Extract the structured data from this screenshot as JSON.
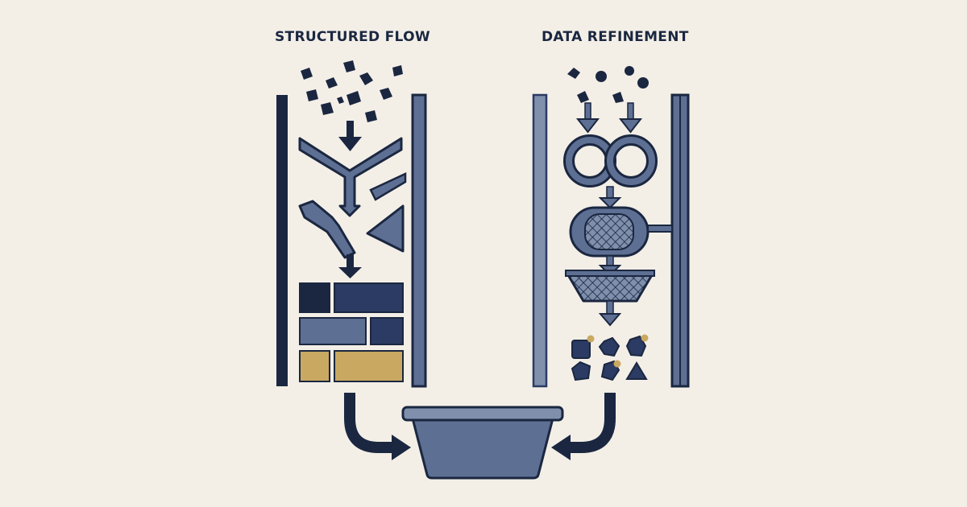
{
  "diagram": {
    "left_panel": {
      "title": "STRUCTURED FLOW"
    },
    "right_panel": {
      "title": "DATA REFINEMENT"
    },
    "palette": {
      "background": "#f3efe7",
      "navy_dark": "#1b2740",
      "navy": "#2b3b63",
      "slate_blue": "#5d6f93",
      "light_slate": "#7f8fac",
      "mustard": "#c9a961"
    },
    "icons": [
      "scattered-fragments",
      "down-arrow",
      "y-funnel",
      "wedge",
      "chute",
      "triangle",
      "brick-blocks",
      "twin-rings",
      "mesh-filter-capsule",
      "mesh-basket",
      "sorted-shapes",
      "collection-tub",
      "curved-arrow"
    ]
  }
}
